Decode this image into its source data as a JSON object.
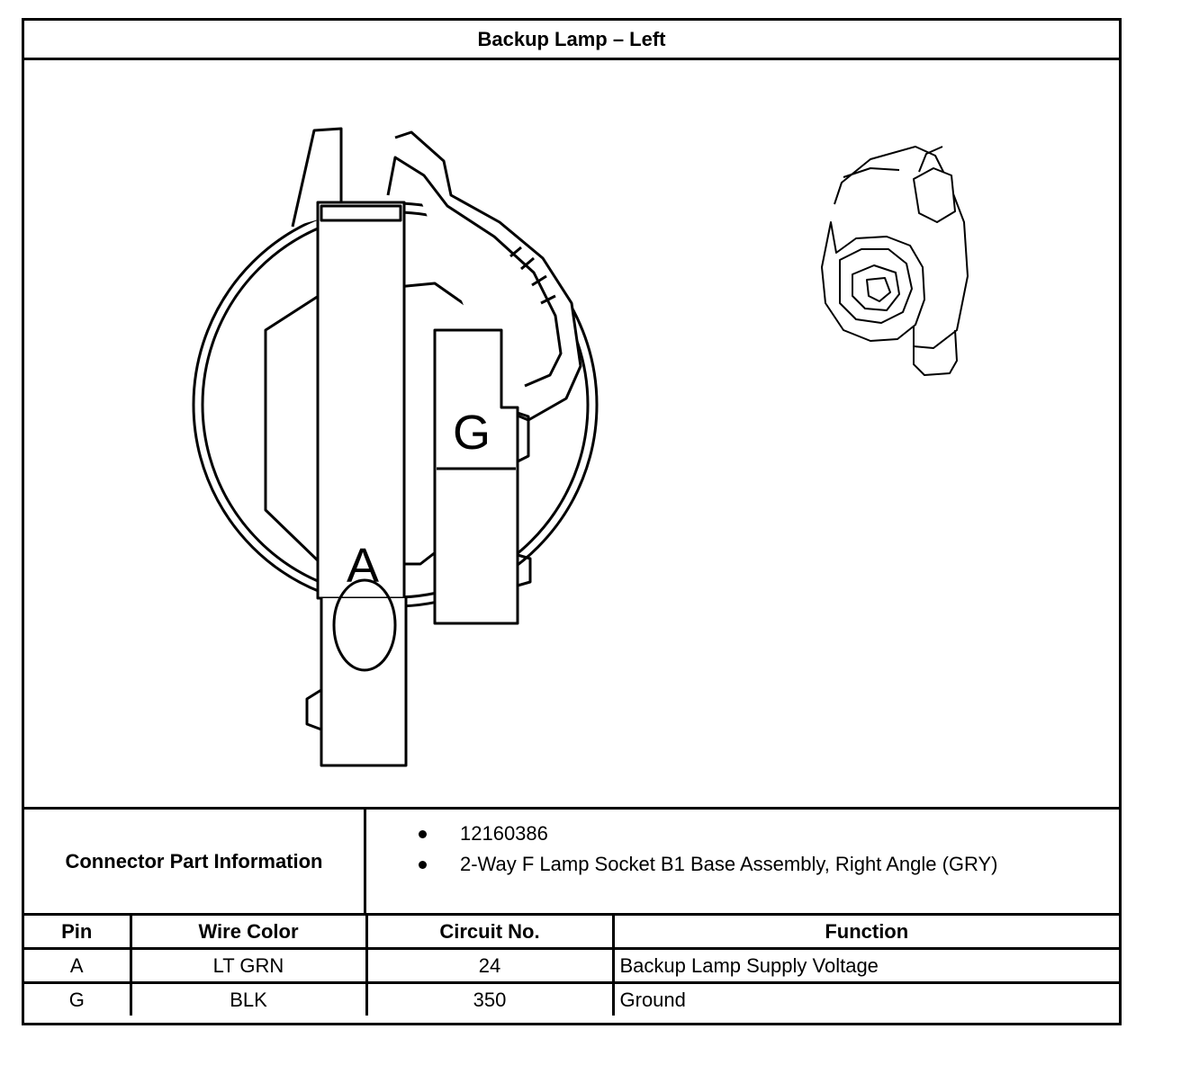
{
  "title": "Backup Lamp – Left",
  "diagram": {
    "cavity_labels": [
      "A",
      "G"
    ]
  },
  "connector_info": {
    "label": "Connector Part Information",
    "items": [
      "12160386",
      "2-Way F Lamp Socket B1 Base Assembly, Right Angle (GRY)"
    ]
  },
  "pin_table": {
    "headers": [
      "Pin",
      "Wire Color",
      "Circuit No.",
      "Function"
    ],
    "rows": [
      [
        "A",
        "LT GRN",
        "24",
        "Backup Lamp Supply Voltage"
      ],
      [
        "G",
        "BLK",
        "350",
        "Ground"
      ]
    ]
  }
}
